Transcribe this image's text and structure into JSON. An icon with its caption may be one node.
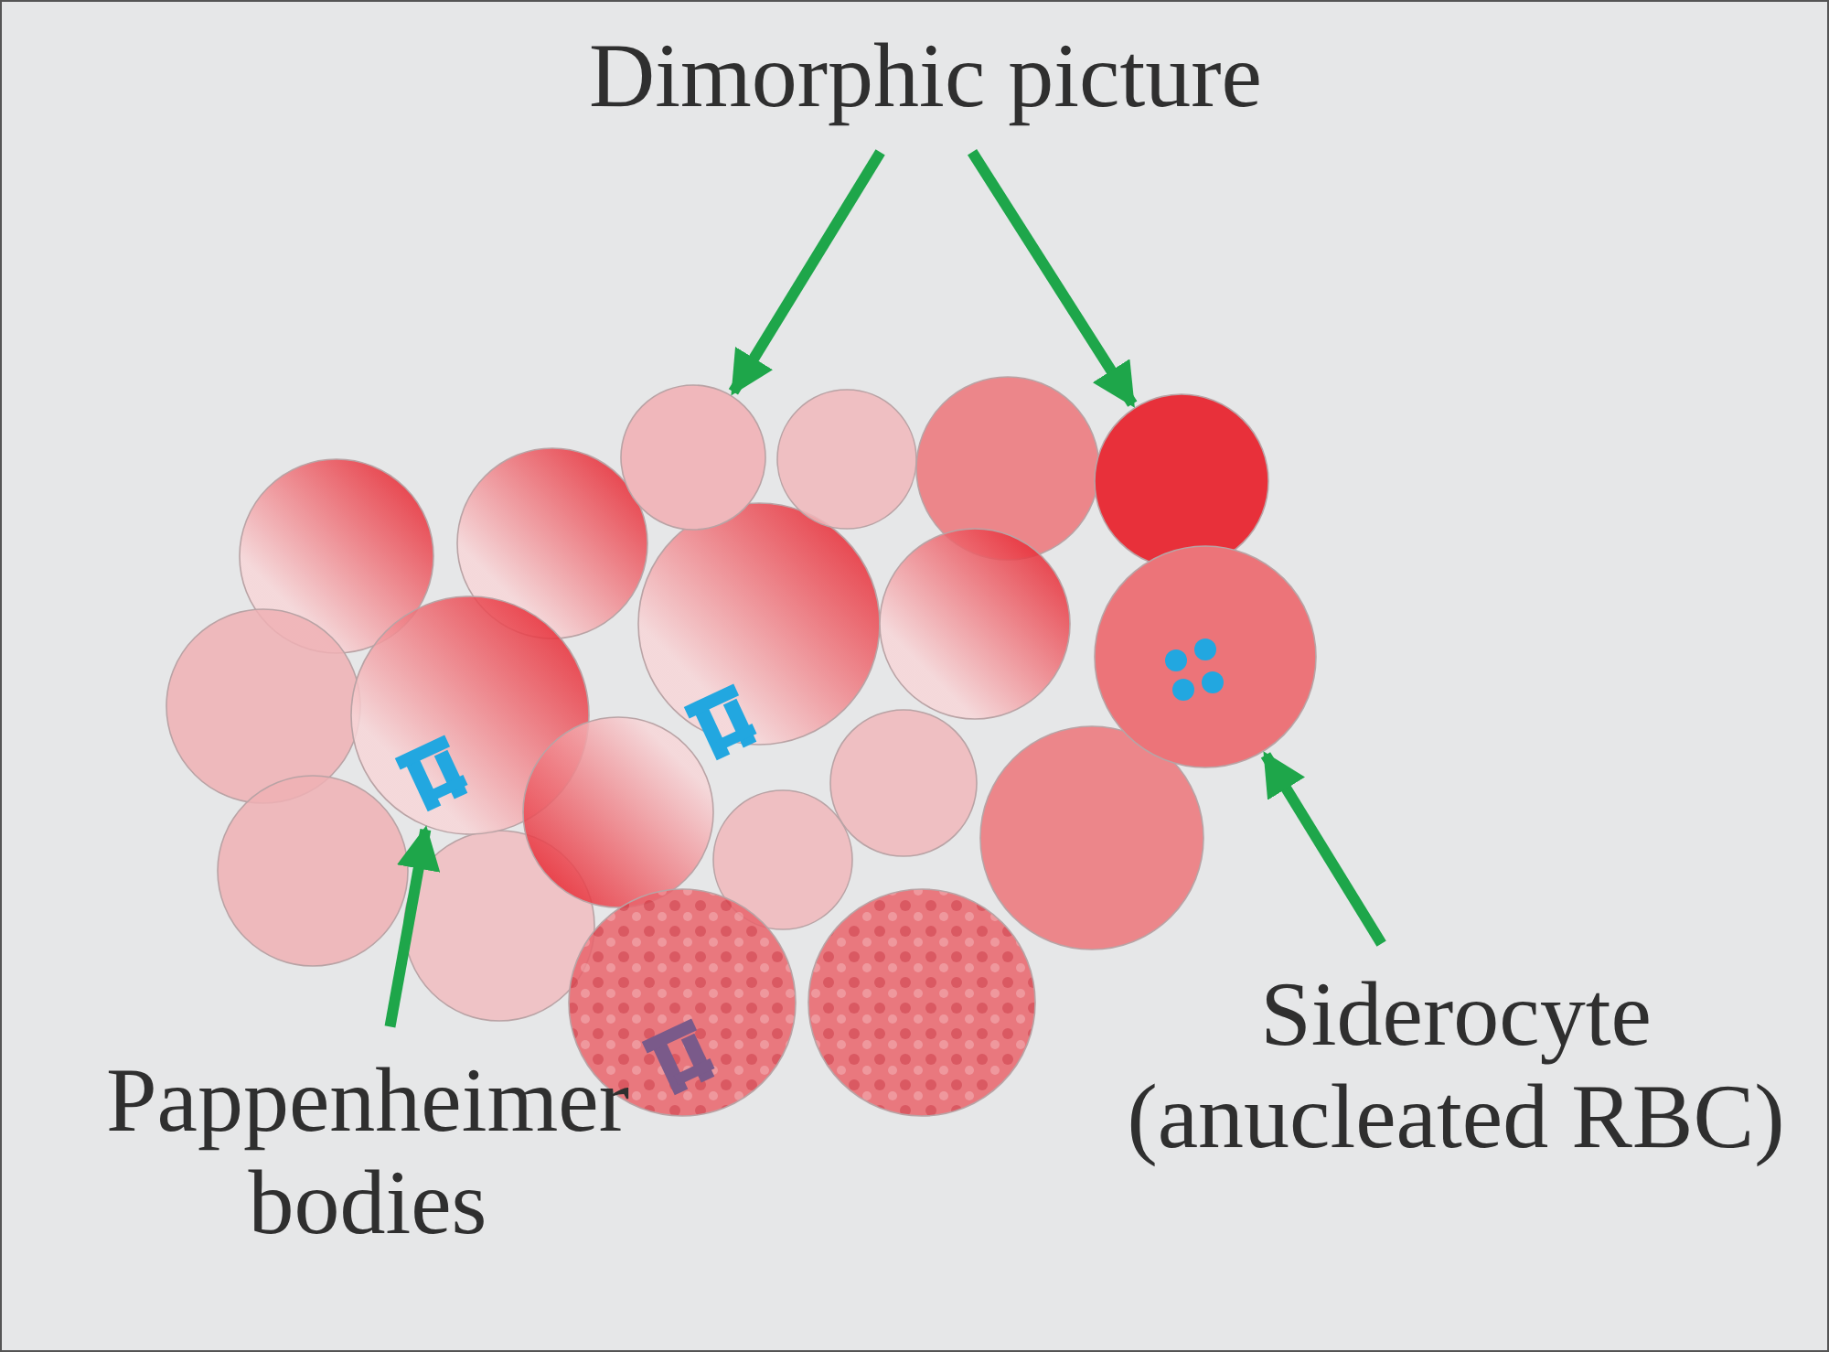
{
  "diagram": {
    "nodes": [
      {
        "text": [
          "Dimorphic picture"
        ]
      },
      {
        "text": [],
        "shape": "circle"
      },
      {
        "text": [],
        "shape": "circle"
      },
      {
        "text": [],
        "shape": "picture"
      },
      {
        "text": [
          "Pappenheimer bodies"
        ]
      },
      {
        "text": [],
        "shape": "circle"
      },
      {
        "text": [
          "Siderocyte (anucleated RBC)"
        ]
      }
    ],
    "edges": [
      {
        "from": 0,
        "to": 1,
        "arrow": "to"
      },
      {
        "from": 0,
        "to": 2,
        "arrow": "to"
      },
      {
        "from": 4,
        "to": 3,
        "arrow": "to"
      },
      {
        "from": 6,
        "to": 5,
        "arrow": "to"
      }
    ]
  }
}
